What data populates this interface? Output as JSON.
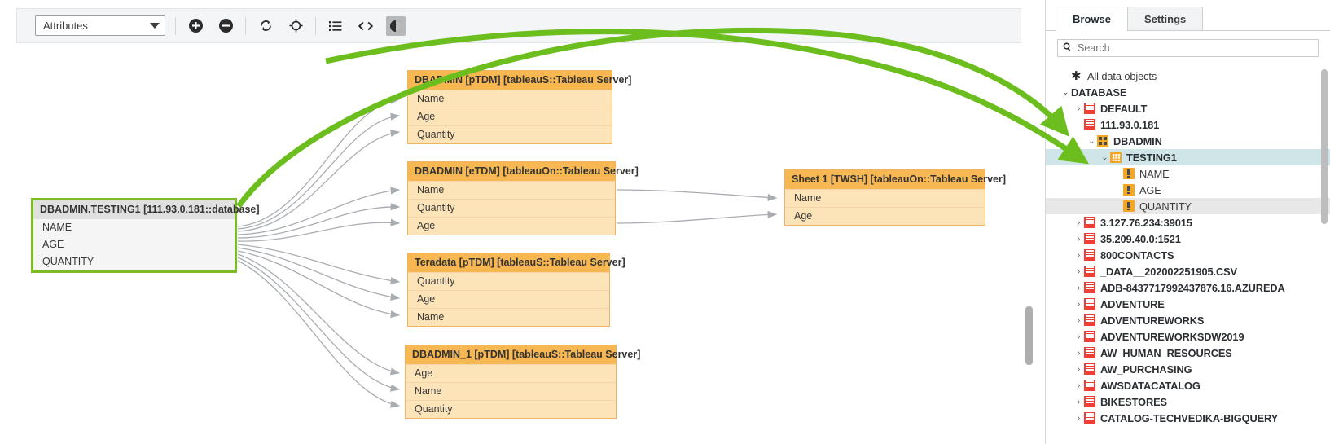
{
  "toolbar": {
    "select_value": "Attributes",
    "buttons": [
      {
        "name": "zoom-in-icon",
        "title": "Zoom In"
      },
      {
        "name": "zoom-out-icon",
        "title": "Zoom Out"
      },
      {
        "name": "refresh-icon",
        "title": "Refresh"
      },
      {
        "name": "fit-to-screen-icon",
        "title": "Fit To Screen"
      },
      {
        "name": "list-view-icon",
        "title": "List View"
      },
      {
        "name": "code-view-icon",
        "title": "Code View"
      },
      {
        "name": "contrast-icon",
        "title": "Highlight Mode"
      }
    ]
  },
  "diagram": {
    "nodes": [
      {
        "id": "selected",
        "title": "DBADMIN.TESTING1 [111.93.0.181::database]",
        "columns": [
          "NAME",
          "AGE",
          "QUANTITY"
        ],
        "style": "selected"
      },
      {
        "id": "dbadmin_ptdm",
        "title": "DBADMIN [pTDM] [tableauS::Tableau Server]",
        "columns": [
          "Name",
          "Age",
          "Quantity"
        ],
        "style": "orange"
      },
      {
        "id": "dbadmin_etdm",
        "title": "DBADMIN [eTDM] [tableauOn::Tableau Server]",
        "columns": [
          "Name",
          "Quantity",
          "Age"
        ],
        "style": "orange"
      },
      {
        "id": "teradata_ptdm",
        "title": "Teradata [pTDM] [tableauS::Tableau Server]",
        "columns": [
          "Quantity",
          "Age",
          "Name"
        ],
        "style": "orange"
      },
      {
        "id": "dbadmin1_ptdm",
        "title": "DBADMIN_1 [pTDM] [tableauS::Tableau Server]",
        "columns": [
          "Age",
          "Name",
          "Quantity"
        ],
        "style": "orange"
      },
      {
        "id": "sheet1_twsh",
        "title": "Sheet 1 [TWSH] [tableauOn::Tableau Server]",
        "columns": [
          "Name",
          "Age"
        ],
        "style": "orange"
      }
    ]
  },
  "right_panel": {
    "tabs": [
      {
        "label": "Browse",
        "active": true
      },
      {
        "label": "Settings",
        "active": false
      }
    ],
    "search": {
      "value": "",
      "placeholder": "Search"
    },
    "tree": [
      {
        "label": "All data objects",
        "indent": 0,
        "icon": "star",
        "expander": "",
        "bold": false,
        "state": ""
      },
      {
        "label": "DATABASE",
        "indent": 0,
        "icon": "none",
        "expander": "v",
        "bold": true,
        "state": ""
      },
      {
        "label": "DEFAULT",
        "indent": 1,
        "icon": "db",
        "expander": ">",
        "bold": true,
        "state": ""
      },
      {
        "label": "111.93.0.181",
        "indent": 1,
        "icon": "db",
        "expander": "",
        "bold": true,
        "state": ""
      },
      {
        "label": "DBADMIN",
        "indent": 2,
        "icon": "schema",
        "expander": "v",
        "bold": true,
        "state": ""
      },
      {
        "label": "TESTING1",
        "indent": 3,
        "icon": "table",
        "expander": "v",
        "bold": true,
        "state": "sel"
      },
      {
        "label": "NAME",
        "indent": 4,
        "icon": "col",
        "expander": "",
        "bold": false,
        "state": ""
      },
      {
        "label": "AGE",
        "indent": 4,
        "icon": "col",
        "expander": "",
        "bold": false,
        "state": ""
      },
      {
        "label": "QUANTITY",
        "indent": 4,
        "icon": "col",
        "expander": "",
        "bold": false,
        "state": "hov"
      },
      {
        "label": "3.127.76.234:39015",
        "indent": 1,
        "icon": "db",
        "expander": ">",
        "bold": true,
        "state": ""
      },
      {
        "label": "35.209.40.0:1521",
        "indent": 1,
        "icon": "db",
        "expander": ">",
        "bold": true,
        "state": ""
      },
      {
        "label": "800CONTACTS",
        "indent": 1,
        "icon": "db",
        "expander": ">",
        "bold": true,
        "state": ""
      },
      {
        "label": "_DATA__202002251905.CSV",
        "indent": 1,
        "icon": "db",
        "expander": ">",
        "bold": true,
        "state": ""
      },
      {
        "label": "ADB-8437717992437876.16.AZUREDA",
        "indent": 1,
        "icon": "db",
        "expander": ">",
        "bold": true,
        "state": ""
      },
      {
        "label": "ADVENTURE",
        "indent": 1,
        "icon": "db",
        "expander": ">",
        "bold": true,
        "state": ""
      },
      {
        "label": "ADVENTUREWORKS",
        "indent": 1,
        "icon": "db",
        "expander": ">",
        "bold": true,
        "state": ""
      },
      {
        "label": "ADVENTUREWORKSDW2019",
        "indent": 1,
        "icon": "db",
        "expander": ">",
        "bold": true,
        "state": ""
      },
      {
        "label": "AW_HUMAN_RESOURCES",
        "indent": 1,
        "icon": "db",
        "expander": ">",
        "bold": true,
        "state": ""
      },
      {
        "label": "AW_PURCHASING",
        "indent": 1,
        "icon": "db",
        "expander": ">",
        "bold": true,
        "state": ""
      },
      {
        "label": "AWSDATACATALOG",
        "indent": 1,
        "icon": "db",
        "expander": ">",
        "bold": true,
        "state": ""
      },
      {
        "label": "BIKESTORES",
        "indent": 1,
        "icon": "db",
        "expander": ">",
        "bold": true,
        "state": ""
      },
      {
        "label": "CATALOG-TECHVEDIKA-BIGQUERY",
        "indent": 1,
        "icon": "db",
        "expander": ">",
        "bold": true,
        "state": ""
      }
    ]
  },
  "colors": {
    "accent_green": "#78be20",
    "node_header_orange": "#f7b752",
    "node_body_orange": "#fde3b8",
    "db_icon_red": "#ef3e36",
    "selection_blue": "#cfe5e8"
  }
}
